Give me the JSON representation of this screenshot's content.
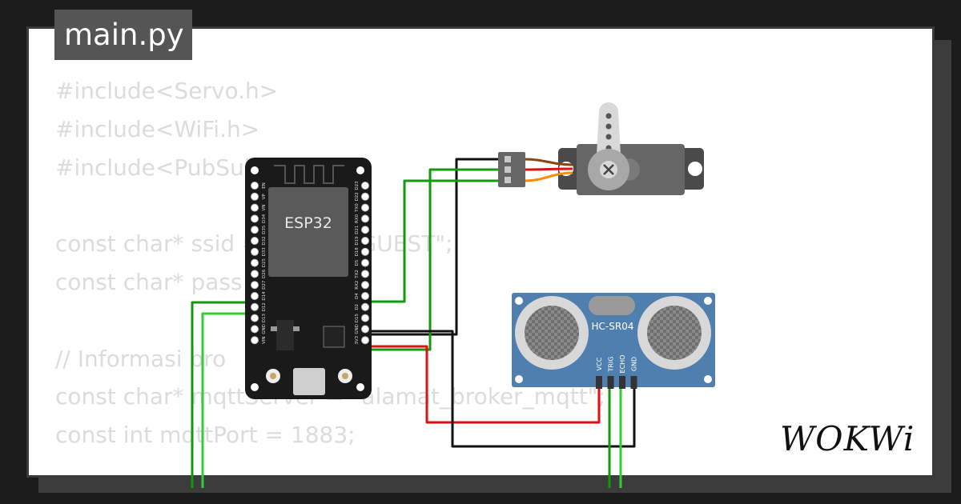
{
  "file_tab": {
    "label": "main.py"
  },
  "code_lines": [
    "#include<Servo.h>",
    "#include<WiFi.h>",
    "#include<PubSub",
    "",
    "const char* ssid = \"Wokwi-GUEST\";",
    "const char* pass",
    "",
    "// Informasi bro",
    "const char* mqttServer = \"alamat_broker_mqtt\";",
    "const int mqttPort = 1883;"
  ],
  "esp32": {
    "label": "ESP32",
    "left_pins": [
      "EN",
      "VP",
      "VN",
      "D34",
      "D35",
      "D32",
      "D33",
      "D25",
      "D26",
      "D27",
      "D14",
      "D12",
      "D13",
      "GND",
      "VIN"
    ],
    "right_pins": [
      "D23",
      "D22",
      "TX0",
      "RX0",
      "D21",
      "D19",
      "D18",
      "D5",
      "TX2",
      "RX2",
      "D4",
      "D2",
      "D15",
      "GND",
      "3V3"
    ]
  },
  "ultrasonic": {
    "label": "HC-SR04",
    "pins": [
      "VCC",
      "TRIG",
      "ECHO",
      "GND"
    ]
  },
  "brand": {
    "logo_text": "WOKWi"
  },
  "colors": {
    "background": "#1b1b1b",
    "card": "#ffffff",
    "tab": "#555555",
    "code_text": "#dcdcdc",
    "wire_black": "#111111",
    "wire_green": "#119911",
    "wire_light_green": "#33cc33",
    "wire_red": "#dd1111",
    "board": "#1a1a1a",
    "sensor": "#4f7fae"
  }
}
